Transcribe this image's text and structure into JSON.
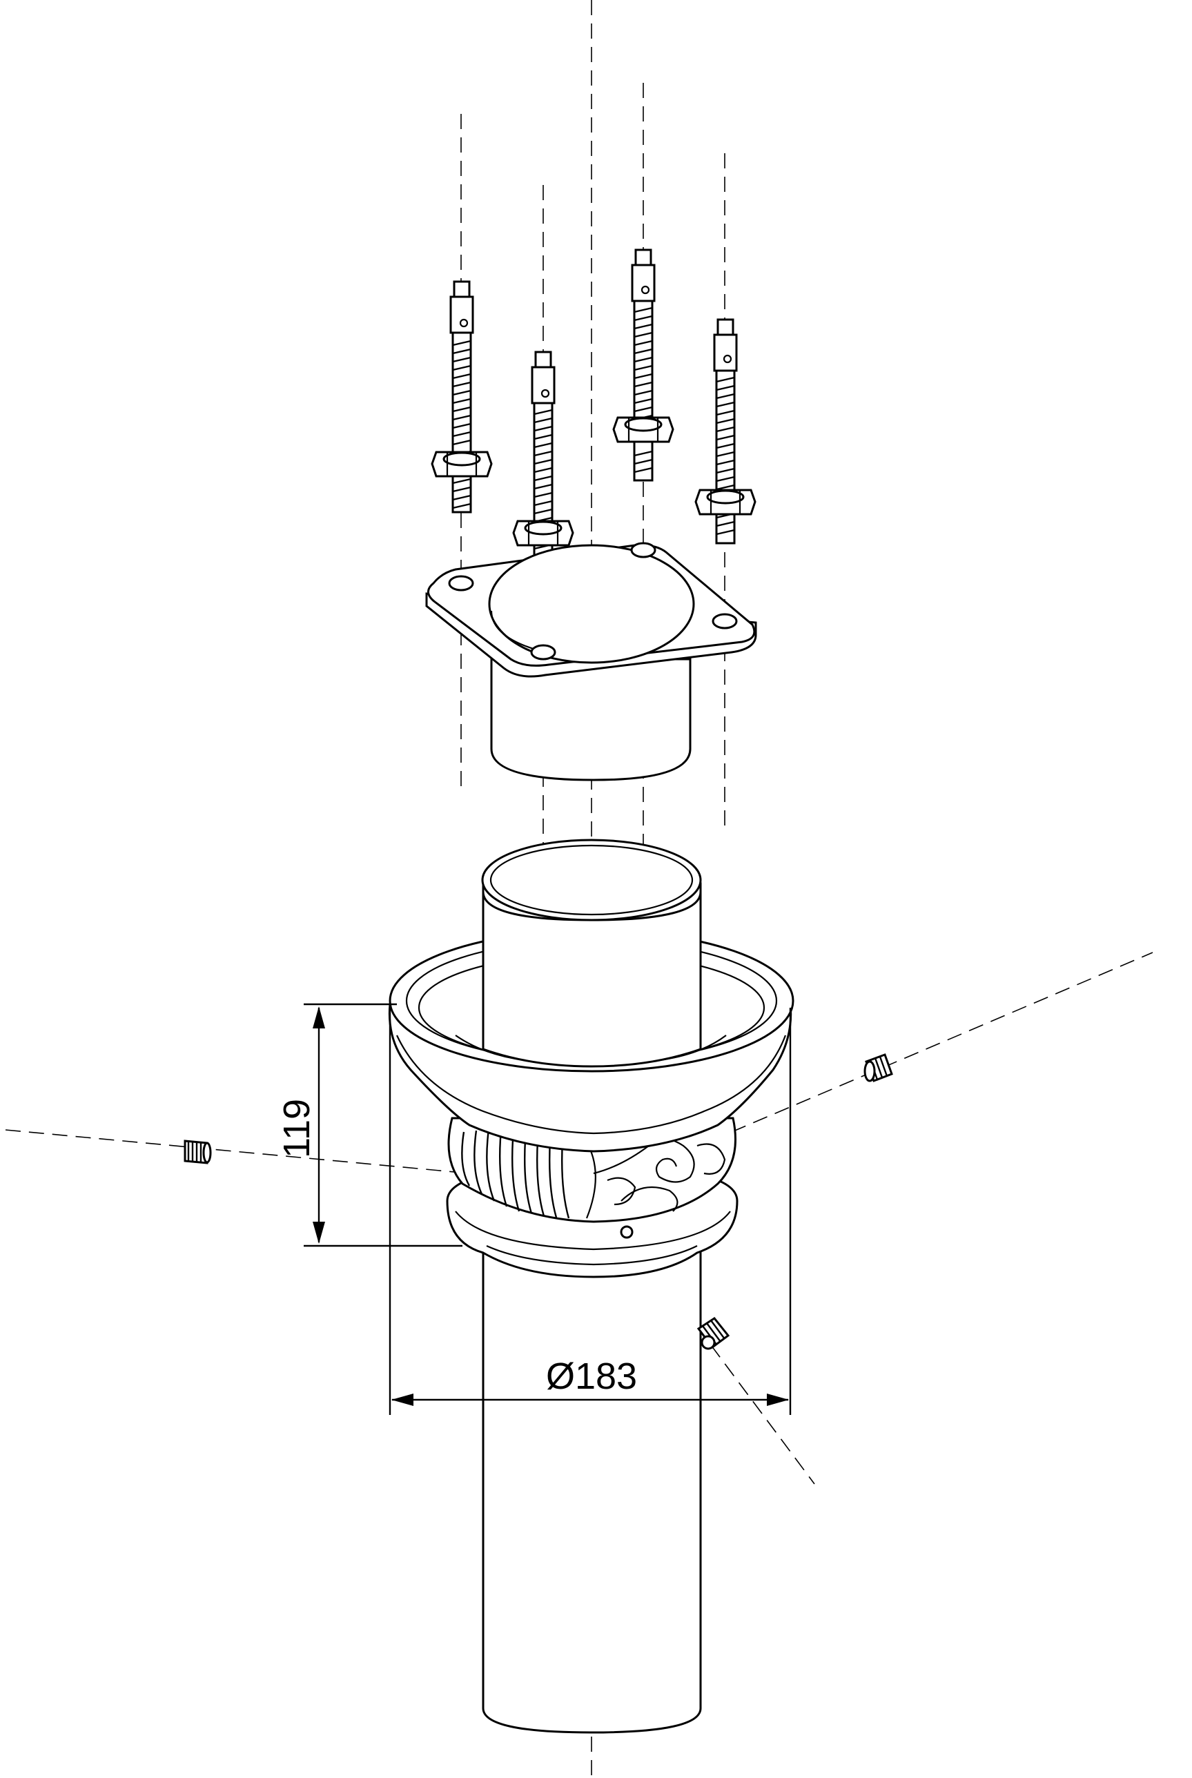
{
  "diagram": {
    "dimensions": {
      "height_label": "119",
      "diameter_label": "Ø183"
    },
    "parts": {
      "anchor_bolt_count": 4,
      "grub_screw_count": 3
    }
  }
}
